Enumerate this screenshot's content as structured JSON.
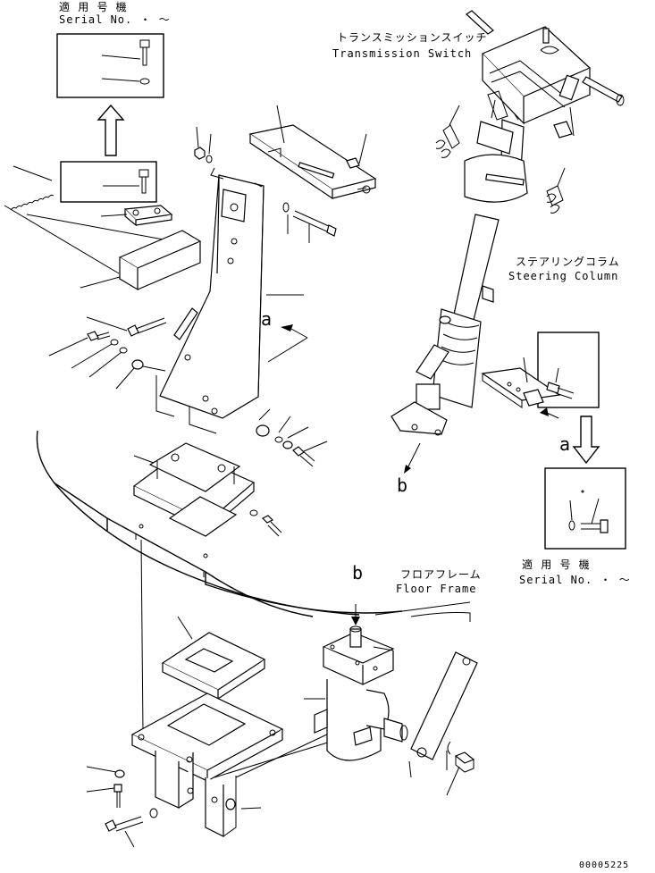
{
  "labels": {
    "serial_top_jp": "適 用 号 機",
    "serial_top_en": "Serial No.  ・  ～",
    "trans_jp": "トランスミッションスイッチ",
    "trans_en": "Transmission Switch",
    "steer_jp": "ステアリングコラム",
    "steer_en": "Steering Column",
    "serial_right_jp": "適 用 号 機",
    "serial_right_en": "Serial No.  ・  ～",
    "floor_jp": "フロアフレーム",
    "floor_en": "Floor Frame",
    "ref_a1": "a",
    "ref_a2": "a",
    "ref_b1": "b",
    "ref_b2": "b",
    "drawing_number": "00005225"
  }
}
